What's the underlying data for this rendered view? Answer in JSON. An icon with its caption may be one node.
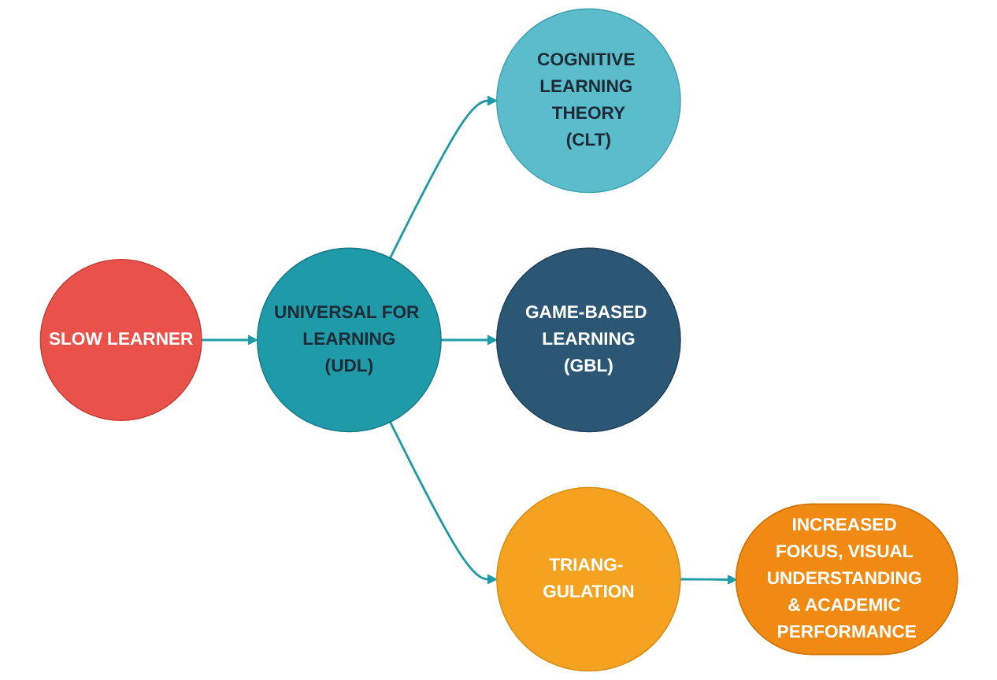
{
  "diagram": {
    "nodes": [
      {
        "text": [
          "SLOW LEARNER"
        ]
      },
      {
        "text": [
          "COGNITIVE LEARNING THEORY",
          "(CLT)"
        ]
      },
      {
        "text": [
          "UNIVERSAL FOR LEARNING",
          "(UDL)"
        ]
      },
      {
        "text": [
          "GAME-BASED LEARNING",
          "(GBL)"
        ]
      },
      {
        "text": [
          "TRIANG- GULATION"
        ]
      },
      {
        "text": [
          "INCREASED FOKUS, VISUAL UNDERSTANDING & ACADEMIC PERFORMANCE"
        ]
      }
    ],
    "edges": [
      {
        "from": 0,
        "to": 2,
        "arrow": "to"
      },
      {
        "from": 2,
        "to": 1,
        "arrow": "to"
      },
      {
        "from": 2,
        "to": 3,
        "arrow": "to"
      },
      {
        "from": 2,
        "to": 4,
        "arrow": "to"
      },
      {
        "from": 4,
        "to": 5,
        "arrow": "to"
      }
    ]
  }
}
